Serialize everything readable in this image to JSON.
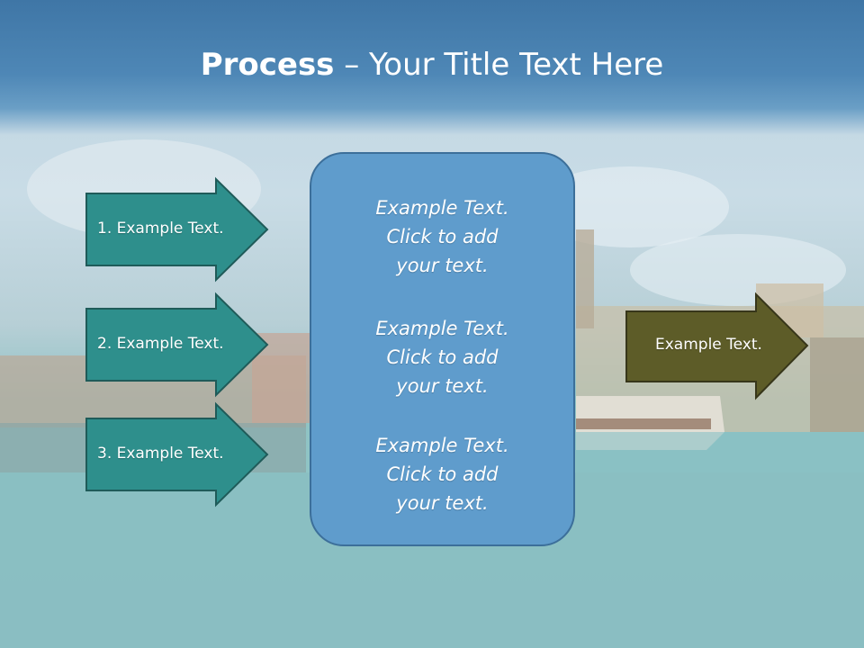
{
  "title": {
    "bold": "Process",
    "rest": " – Your Title Text Here"
  },
  "left_arrows": [
    {
      "label": "1. Example Text."
    },
    {
      "label": "2. Example Text."
    },
    {
      "label": "3. Example Text."
    }
  ],
  "center_box": {
    "blocks": [
      {
        "line1": "Example Text.",
        "line2": "Click  to add",
        "line3": "your text."
      },
      {
        "line1": "Example Text.",
        "line2": "Click  to add",
        "line3": "your text."
      },
      {
        "line1": "Example Text.",
        "line2": "Click  to add",
        "line3": "your text."
      }
    ]
  },
  "right_arrow": {
    "label": "Example Text."
  },
  "colors": {
    "header": "#4a82b2",
    "teal_arrow": "#2e8f8c",
    "olive_arrow": "#5d5c28",
    "center_box": "#5f9ccc"
  }
}
